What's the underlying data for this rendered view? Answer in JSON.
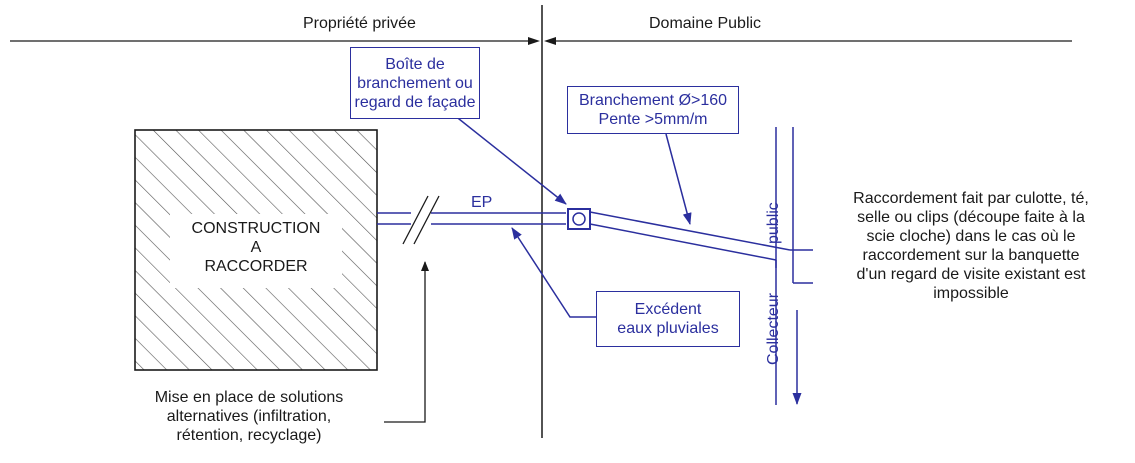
{
  "zones": {
    "private": "Propriété privée",
    "public": "Domaine Public"
  },
  "construction": {
    "line1": "CONSTRUCTION",
    "line2": "A",
    "line3": "RACCORDER"
  },
  "labels": {
    "ep": "EP",
    "collecteur": "Collecteur",
    "public_word": "public"
  },
  "boxes": {
    "boite": [
      "Boîte de",
      "branchement ou",
      "regard de façade"
    ],
    "branchement": [
      "Branchement Ø>160",
      "Pente >5mm/m"
    ],
    "excedent": [
      "Excédent",
      "eaux pluviales"
    ]
  },
  "notes": {
    "raccordement": [
      "Raccordement fait par culotte, té,",
      "selle ou clips (découpe faite à la",
      "scie cloche) dans le cas où le",
      "raccordement sur la banquette",
      "d'un regard de visite existant est",
      "impossible"
    ],
    "alternatives": [
      "Mise en place de solutions",
      "alternatives (infiltration,",
      "rétention, recyclage)"
    ]
  },
  "colors": {
    "ink": "#1a1a1a",
    "blue": "#2b2f9e"
  }
}
